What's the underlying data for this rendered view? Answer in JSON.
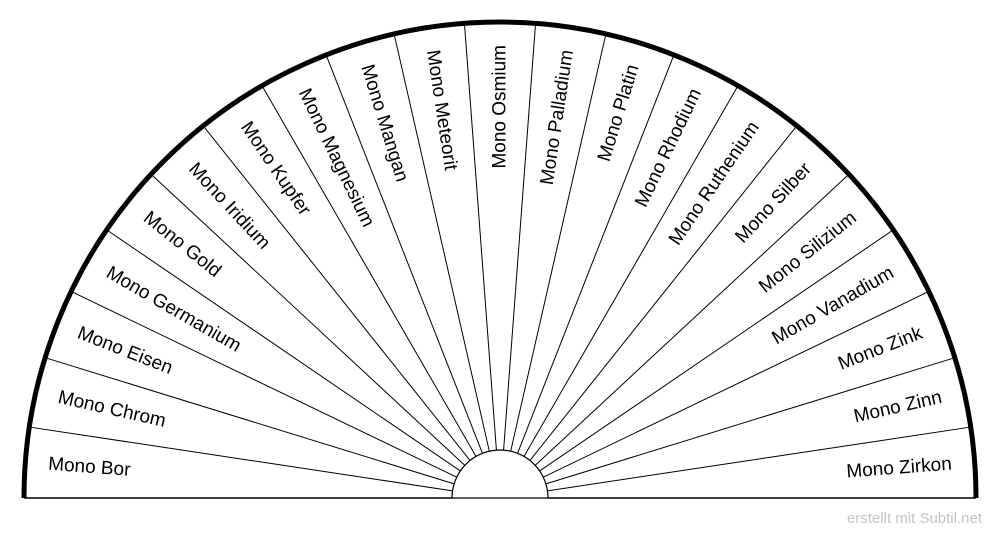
{
  "diagram": {
    "type": "semicircle-dial",
    "segments": [
      "Mono Bor",
      "Mono Chrom",
      "Mono Eisen",
      "Mono Germanium",
      "Mono Gold",
      "Mono Iridium",
      "Mono Kupfer",
      "Mono Magnesium",
      "Mono Mangan",
      "Mono Meteorit",
      "Mono Osmium",
      "Mono Palladium",
      "Mono Platin",
      "Mono Rhodium",
      "Mono Ruthenium",
      "Mono Silber",
      "Mono Silizium",
      "Mono Vanadium",
      "Mono Zink",
      "Mono Zinn",
      "Mono Zirkon"
    ],
    "colors": {
      "line": "#000000",
      "background": "#ffffff",
      "footer": "#c4c4c4"
    }
  },
  "footer": {
    "text": "erstellt mit Subtil.net"
  }
}
